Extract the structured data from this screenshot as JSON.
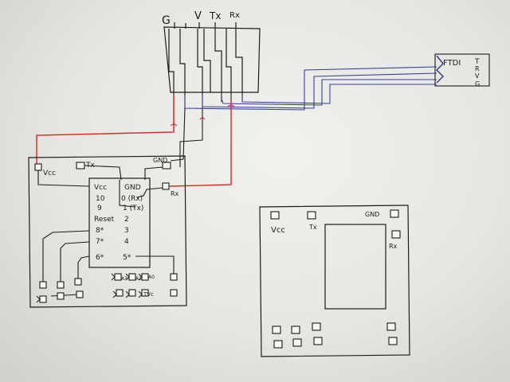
{
  "connector": {
    "pin_labels": [
      "G",
      "V",
      "Tx",
      "Rx"
    ]
  },
  "ftdi": {
    "title": "FTDI",
    "pin_labels": [
      "T",
      "R",
      "V",
      "G"
    ]
  },
  "left_board": {
    "pads": {
      "vcc": "Vcc",
      "tx": "Tx",
      "gnd": "GND",
      "rx": "Rx"
    },
    "chip_rows": [
      [
        "Vcc",
        "GND"
      ],
      [
        "10",
        "0 (Rx)"
      ],
      [
        "9",
        "1 (Tx)"
      ],
      [
        "Reset",
        "2"
      ],
      [
        "8*",
        "3"
      ],
      [
        "7*",
        "4"
      ],
      [
        "6*",
        "5*"
      ]
    ],
    "small_labels": [
      "A3",
      "A2",
      "A0",
      "TVc"
    ]
  },
  "right_board": {
    "labels": {
      "vcc": "Vcc",
      "tx": "Tx",
      "gnd": "GND",
      "rx": "Rx"
    }
  },
  "colors": {
    "ink": "#1c1c1c",
    "red_wire": "#d42a22",
    "blue_wire": "#3a3f95"
  }
}
